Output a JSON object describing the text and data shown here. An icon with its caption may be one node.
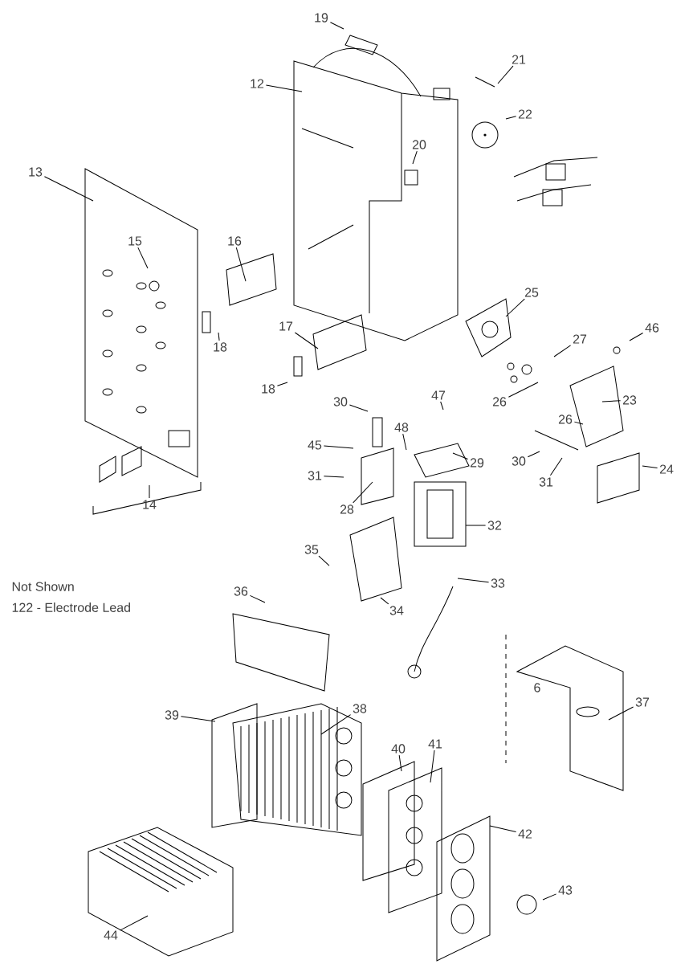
{
  "diagram": {
    "nodes": [
      {
        "text": [
          "19"
        ]
      },
      {
        "text": [
          "21"
        ]
      },
      {
        "text": [
          "12"
        ]
      },
      {
        "text": [
          "22"
        ]
      },
      {
        "text": [
          "20"
        ]
      },
      {
        "text": [
          "13"
        ]
      },
      {
        "text": [
          "15"
        ]
      },
      {
        "text": [
          "16"
        ]
      },
      {
        "text": [
          "25"
        ]
      },
      {
        "text": [
          "17"
        ]
      },
      {
        "text": [
          "27"
        ]
      },
      {
        "text": [
          "46"
        ]
      },
      {
        "text": [
          "18"
        ]
      },
      {
        "text": [
          "18"
        ]
      },
      {
        "text": [
          "30"
        ]
      },
      {
        "text": [
          "47"
        ]
      },
      {
        "text": [
          "26"
        ]
      },
      {
        "text": [
          "23"
        ]
      },
      {
        "text": [
          "26"
        ]
      },
      {
        "text": [
          "48"
        ]
      },
      {
        "text": [
          "45"
        ]
      },
      {
        "text": [
          "29"
        ]
      },
      {
        "text": [
          "30"
        ]
      },
      {
        "text": [
          "24"
        ]
      },
      {
        "text": [
          "31"
        ]
      },
      {
        "text": [
          "31"
        ]
      },
      {
        "text": [
          "28"
        ]
      },
      {
        "text": [
          "14"
        ]
      },
      {
        "text": [
          "32"
        ]
      },
      {
        "text": [
          "35"
        ]
      },
      {
        "text": [
          "33"
        ]
      },
      {
        "text": [
          "36"
        ]
      },
      {
        "text": [
          "34"
        ]
      },
      {
        "text": [
          "37"
        ]
      },
      {
        "text": [
          "39"
        ]
      },
      {
        "text": [
          "38"
        ]
      },
      {
        "text": [
          "41"
        ]
      },
      {
        "text": [
          "40"
        ]
      },
      {
        "text": [
          "42"
        ]
      },
      {
        "text": [
          "43"
        ]
      },
      {
        "text": [
          "44"
        ]
      }
    ],
    "edges": [
      {
        "from": 0,
        "to": null,
        "arrow": "none"
      },
      {
        "from": 1,
        "to": null,
        "arrow": "none"
      },
      {
        "from": 2,
        "to": null,
        "arrow": "none"
      },
      {
        "from": 3,
        "to": null,
        "arrow": "none"
      },
      {
        "from": 4,
        "to": null,
        "arrow": "none"
      },
      {
        "from": 5,
        "to": null,
        "arrow": "none"
      },
      {
        "from": 6,
        "to": null,
        "arrow": "none"
      },
      {
        "from": 7,
        "to": null,
        "arrow": "none"
      },
      {
        "from": 8,
        "to": null,
        "arrow": "none"
      },
      {
        "from": 9,
        "to": null,
        "arrow": "none"
      },
      {
        "from": 10,
        "to": null,
        "arrow": "none"
      },
      {
        "from": 11,
        "to": null,
        "arrow": "none"
      },
      {
        "from": 12,
        "to": null,
        "arrow": "none"
      },
      {
        "from": 13,
        "to": null,
        "arrow": "none"
      },
      {
        "from": 14,
        "to": null,
        "arrow": "none"
      },
      {
        "from": 15,
        "to": null,
        "arrow": "none"
      },
      {
        "from": 16,
        "to": null,
        "arrow": "none"
      },
      {
        "from": 17,
        "to": null,
        "arrow": "none"
      },
      {
        "from": 18,
        "to": null,
        "arrow": "none"
      },
      {
        "from": 19,
        "to": null,
        "arrow": "none"
      },
      {
        "from": 20,
        "to": null,
        "arrow": "none"
      },
      {
        "from": 21,
        "to": null,
        "arrow": "none"
      },
      {
        "from": 22,
        "to": null,
        "arrow": "none"
      },
      {
        "from": 23,
        "to": null,
        "arrow": "none"
      },
      {
        "from": 24,
        "to": null,
        "arrow": "none"
      },
      {
        "from": 25,
        "to": null,
        "arrow": "none"
      },
      {
        "from": 26,
        "to": null,
        "arrow": "none"
      },
      {
        "from": 27,
        "to": null,
        "arrow": "none"
      },
      {
        "from": 28,
        "to": null,
        "arrow": "none"
      },
      {
        "from": 29,
        "to": null,
        "arrow": "none"
      },
      {
        "from": 30,
        "to": null,
        "arrow": "none"
      },
      {
        "from": 31,
        "to": null,
        "arrow": "none"
      },
      {
        "from": 32,
        "to": null,
        "arrow": "none"
      },
      {
        "from": 33,
        "to": null,
        "arrow": "none"
      },
      {
        "from": 34,
        "to": null,
        "arrow": "none"
      },
      {
        "from": 35,
        "to": null,
        "arrow": "none"
      },
      {
        "from": 36,
        "to": null,
        "arrow": "none"
      },
      {
        "from": 37,
        "to": null,
        "arrow": "none"
      },
      {
        "from": 38,
        "to": null,
        "arrow": "none"
      },
      {
        "from": 39,
        "to": null,
        "arrow": "none"
      },
      {
        "from": 40,
        "to": null,
        "arrow": "none"
      }
    ],
    "labels": [
      "Not Shown",
      "122 - Electrode Lead",
      "6"
    ]
  }
}
